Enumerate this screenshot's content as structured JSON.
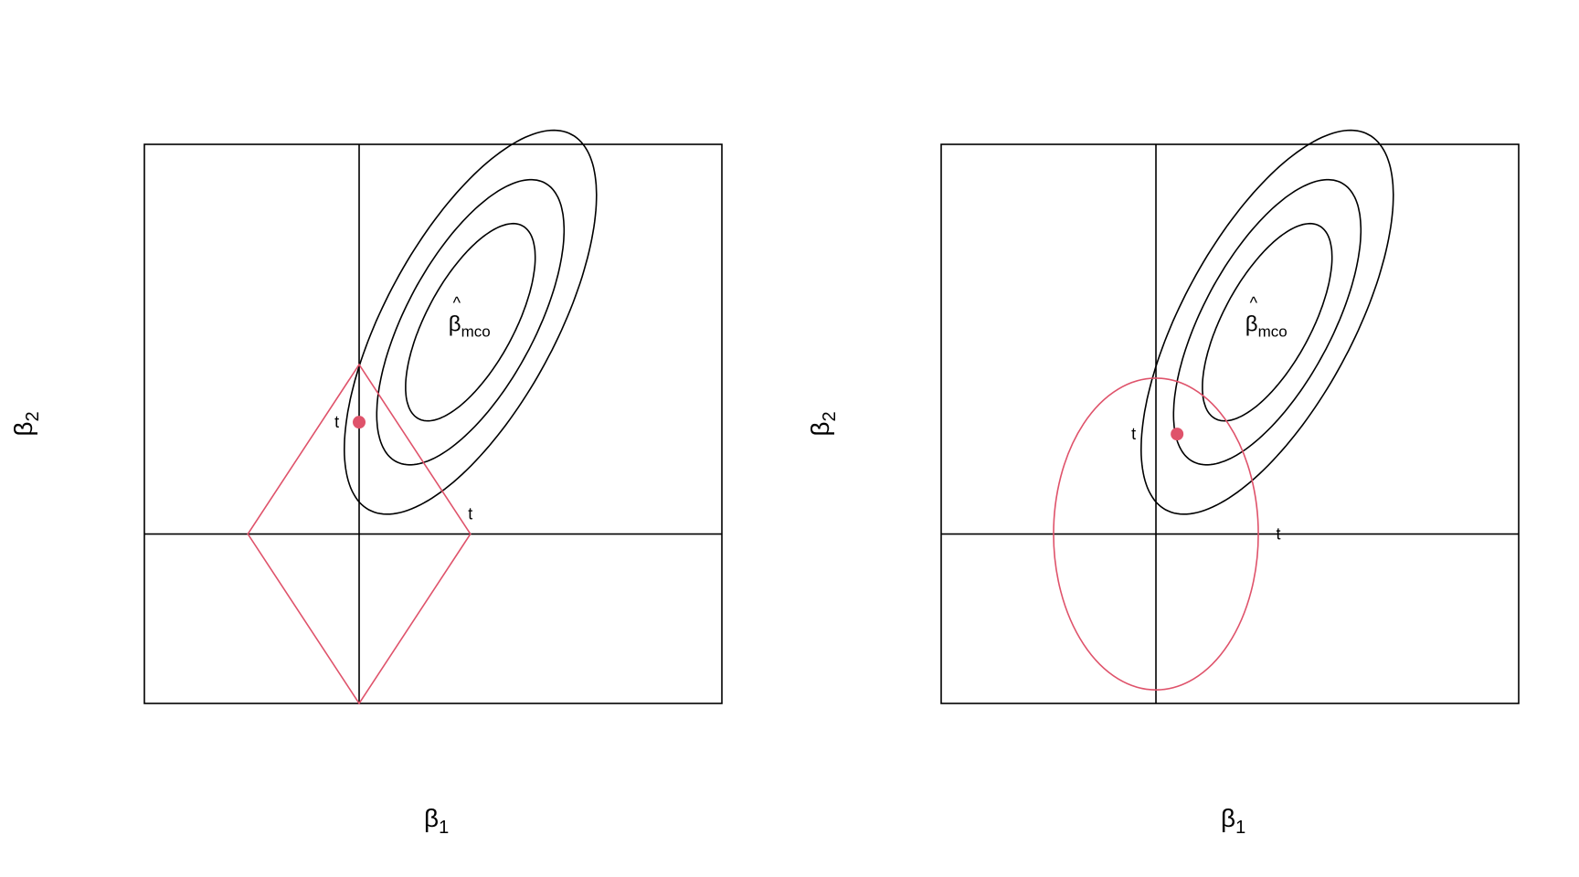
{
  "colors": {
    "axes": "#000000",
    "contour": "#000000",
    "constraint": "#DF536B"
  },
  "chart_data": [
    {
      "type": "contour",
      "title": "",
      "xlabel": {
        "base": "β",
        "sub": "1"
      },
      "ylabel": {
        "base": "β",
        "sub": "2"
      },
      "estimate_label": {
        "hat": "^",
        "base": "β",
        "sub": "mco"
      },
      "xlim": [
        -1.93,
        3.26
      ],
      "ylim": [
        -1.0,
        2.3
      ],
      "reference_lines": {
        "x": 0,
        "y": 0
      },
      "ols_estimate": {
        "x": 1.0,
        "y": 1.25
      },
      "contours": [
        {
          "level": 1,
          "rx": 0.75,
          "ry": 0.34,
          "angle_deg": 45
        },
        {
          "level": 2,
          "rx": 1.08,
          "ry": 0.5,
          "angle_deg": 45
        },
        {
          "level": 3,
          "rx": 1.46,
          "ry": 0.66,
          "angle_deg": 45
        }
      ],
      "constraint": {
        "shape": "diamond",
        "t": 1.0
      },
      "solution_point": {
        "x": 0.0,
        "y": 0.66
      },
      "point_labels": [
        {
          "text": "t",
          "x": -0.2,
          "y": 0.66
        },
        {
          "text": "t",
          "x": 1.0,
          "y": 0.12
        }
      ]
    },
    {
      "type": "contour",
      "title": "",
      "xlabel": {
        "base": "β",
        "sub": "1"
      },
      "ylabel": {
        "base": "β",
        "sub": "2"
      },
      "estimate_label": {
        "hat": "^",
        "base": "β",
        "sub": "mco"
      },
      "xlim": [
        -1.93,
        3.26
      ],
      "ylim": [
        -1.0,
        2.3
      ],
      "reference_lines": {
        "x": 0,
        "y": 0
      },
      "ols_estimate": {
        "x": 1.0,
        "y": 1.25
      },
      "contours": [
        {
          "level": 1,
          "rx": 0.75,
          "ry": 0.34,
          "angle_deg": 45
        },
        {
          "level": 2,
          "rx": 1.08,
          "ry": 0.5,
          "angle_deg": 45
        },
        {
          "level": 3,
          "rx": 1.46,
          "ry": 0.66,
          "angle_deg": 45
        }
      ],
      "constraint": {
        "shape": "circle",
        "t": 0.92
      },
      "solution_point": {
        "x": 0.19,
        "y": 0.59
      },
      "point_labels": [
        {
          "text": "t",
          "x": -0.2,
          "y": 0.59
        },
        {
          "text": "t",
          "x": 1.1,
          "y": 0.0
        }
      ]
    }
  ]
}
